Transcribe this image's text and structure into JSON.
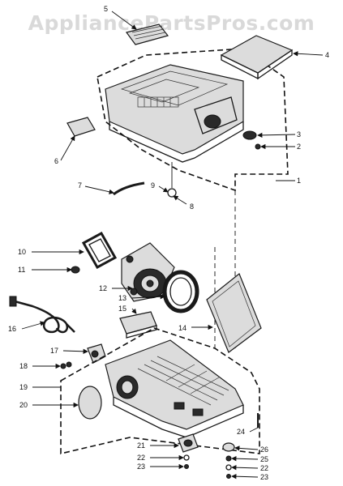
{
  "watermark": {
    "text": "AppliancePartsPros.com"
  },
  "callouts": [
    {
      "label": "1"
    },
    {
      "label": "2"
    },
    {
      "label": "3"
    },
    {
      "label": "4"
    },
    {
      "label": "5"
    },
    {
      "label": "6"
    },
    {
      "label": "7"
    },
    {
      "label": "8"
    },
    {
      "label": "9"
    },
    {
      "label": "10"
    },
    {
      "label": "11"
    },
    {
      "label": "12"
    },
    {
      "label": "13"
    },
    {
      "label": "14"
    },
    {
      "label": "15"
    },
    {
      "label": "16"
    },
    {
      "label": "17"
    },
    {
      "label": "18"
    },
    {
      "label": "19"
    },
    {
      "label": "20"
    },
    {
      "label": "21"
    },
    {
      "label": "22"
    },
    {
      "label": "23"
    },
    {
      "label": "24"
    },
    {
      "label": "26"
    },
    {
      "label": "25"
    },
    {
      "label": "22"
    },
    {
      "label": "23"
    }
  ],
  "colors": {
    "ink": "#1a1a1a",
    "watermark": "#d9d9d9"
  }
}
